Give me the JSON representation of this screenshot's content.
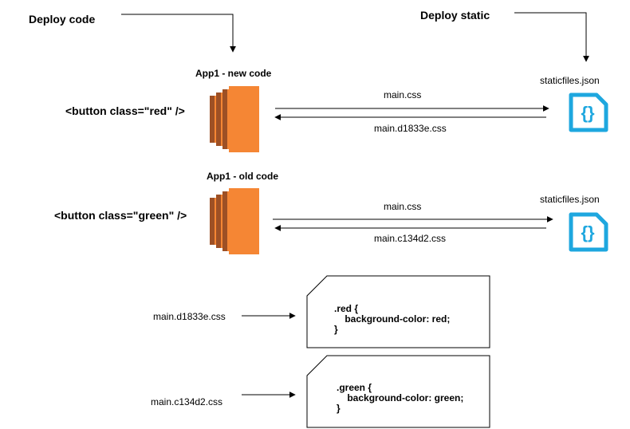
{
  "headers": {
    "deploy_code": "Deploy code",
    "deploy_static": "Deploy static"
  },
  "new_app": {
    "title": "App1 - new code",
    "button_code": "<button class=\"red\" />",
    "request_label": "main.css",
    "response_label": "main.d1833e.css",
    "static_file": "staticfiles.json"
  },
  "old_app": {
    "title": "App1 - old code",
    "button_code": "<button class=\"green\" />",
    "request_label": "main.css",
    "response_label": "main.c134d2.css",
    "static_file": "staticfiles.json"
  },
  "css_files": [
    {
      "filename": "main.d1833e.css",
      "lines": [
        ".red {",
        "    background-color: red;",
        "}"
      ]
    },
    {
      "filename": "main.c134d2.css",
      "lines": [
        ".green {",
        "    background-color: green;",
        "}"
      ]
    }
  ],
  "colors": {
    "server_orange": "#f58634",
    "server_dark": "#9d5025",
    "json_icon_blue": "#1ea7df"
  },
  "icons": {
    "server": "server-icon",
    "json_file": "json-file-icon"
  }
}
